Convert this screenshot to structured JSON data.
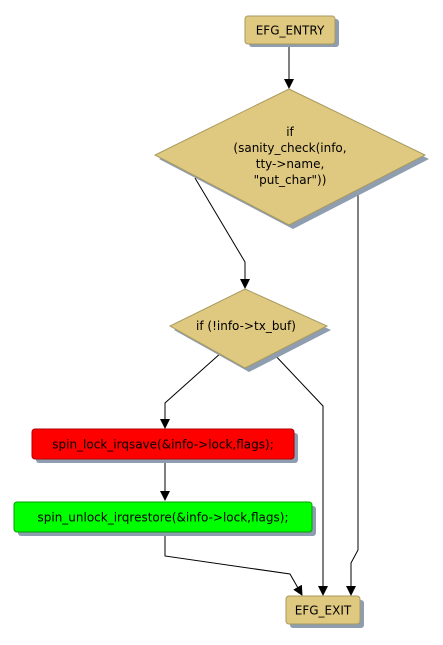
{
  "nodes": {
    "entry": {
      "label": "EFG_ENTRY"
    },
    "sanity_check": {
      "lines": [
        "if",
        "(sanity_check(info,",
        "tty->name,",
        "\"put_char\"))"
      ]
    },
    "tx_buf_check": {
      "label": "if (!info->tx_buf)"
    },
    "lock": {
      "label": "spin_lock_irqsave(&info->lock,flags);"
    },
    "unlock": {
      "label": "spin_unlock_irqrestore(&info->lock,flags);"
    },
    "exit": {
      "label": "EFG_EXIT"
    }
  },
  "colors": {
    "terminal_fill": "#dfc87f",
    "decision_fill": "#dfc87f",
    "lock_fill": "#ff0000",
    "unlock_fill": "#00ff00",
    "shadow": "#8e9db0",
    "edge": "#000000"
  }
}
